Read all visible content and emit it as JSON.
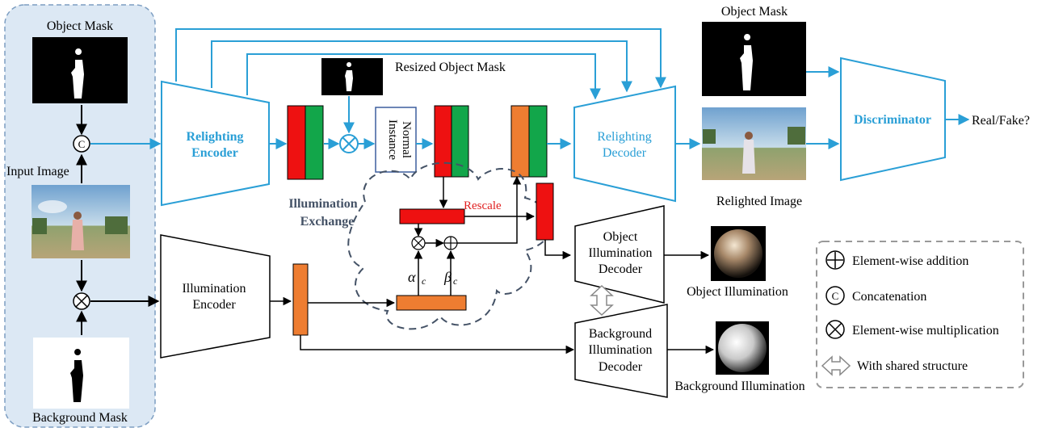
{
  "inputs": {
    "object_mask_label": "Object Mask",
    "input_image_label": "Input Image",
    "background_mask_label": "Background Mask"
  },
  "top_branch": {
    "relighting_encoder_line1": "Relighting",
    "relighting_encoder_line2": "Encoder",
    "resized_mask_label": "Resized Object Mask",
    "instance_normal_line1": "Instance",
    "instance_normal_line2": "Normal",
    "relighting_decoder_line1": "Relighting",
    "relighting_decoder_line2": "Decoder",
    "object_mask_label": "Object Mask",
    "relighted_image_label": "Relighted Image",
    "discriminator_label": "Discriminator",
    "output_label": "Real/Fake?"
  },
  "exchange": {
    "label_line1": "Illumination",
    "label_line2": "Exchange",
    "rescale_label": "Rescale",
    "alpha_label": "α",
    "alpha_sub": "c",
    "beta_label": "β",
    "beta_sub": "c"
  },
  "bottom_branch": {
    "illum_encoder_line1": "Illumination",
    "illum_encoder_line2": "Encoder",
    "obj_decoder_line1": "Object",
    "obj_decoder_line2": "Illumination",
    "obj_decoder_line3": "Decoder",
    "obj_illum_label": "Object Illumination",
    "bg_decoder_line1": "Background",
    "bg_decoder_line2": "Illumination",
    "bg_decoder_line3": "Decoder",
    "bg_illum_label": "Background Illumination"
  },
  "legend": {
    "addition_symbol": "+",
    "addition_label": "Element-wise addition",
    "concat_symbol": "C",
    "concat_label": "Concatenation",
    "mult_label": "Element-wise multiplication",
    "shared_label": "With shared structure"
  },
  "colors": {
    "accent_blue": "#2a9fd6",
    "panel_fill": "#dce8f4",
    "feature_red": "#ee1111",
    "feature_green": "#12a64a",
    "feature_orange": "#ee7d31",
    "dashed_gray": "#445266",
    "rescale_red": "#e02020"
  }
}
